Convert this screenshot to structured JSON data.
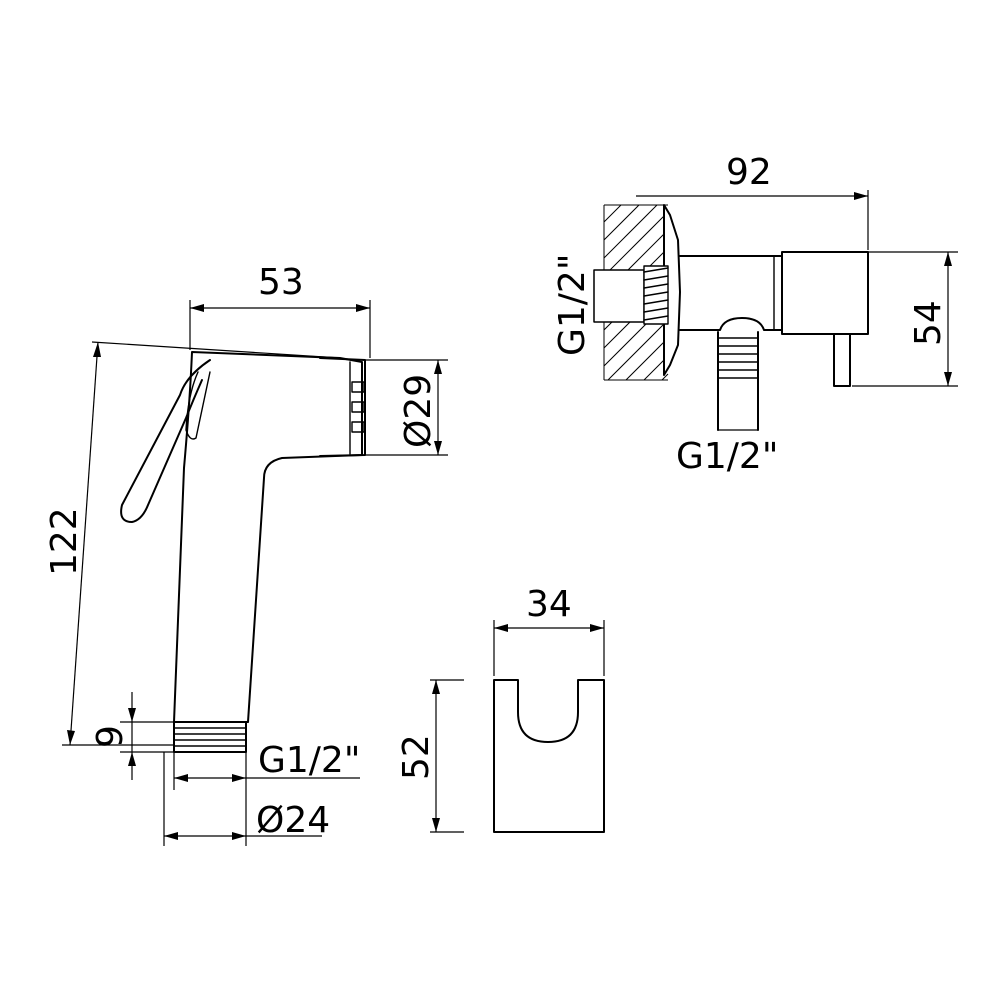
{
  "hand_shower": {
    "width_label": "53",
    "head_diameter_label": "Ø29",
    "height_label": "122",
    "thread_length_label": "9",
    "thread_label": "G1/2\"",
    "base_diameter_label": "Ø24"
  },
  "angle_valve": {
    "length_label": "92",
    "height_label": "54",
    "wall_thread_label": "G1/2\"",
    "outlet_thread_label": "G1/2\""
  },
  "holder": {
    "width_label": "34",
    "height_label": "52"
  }
}
